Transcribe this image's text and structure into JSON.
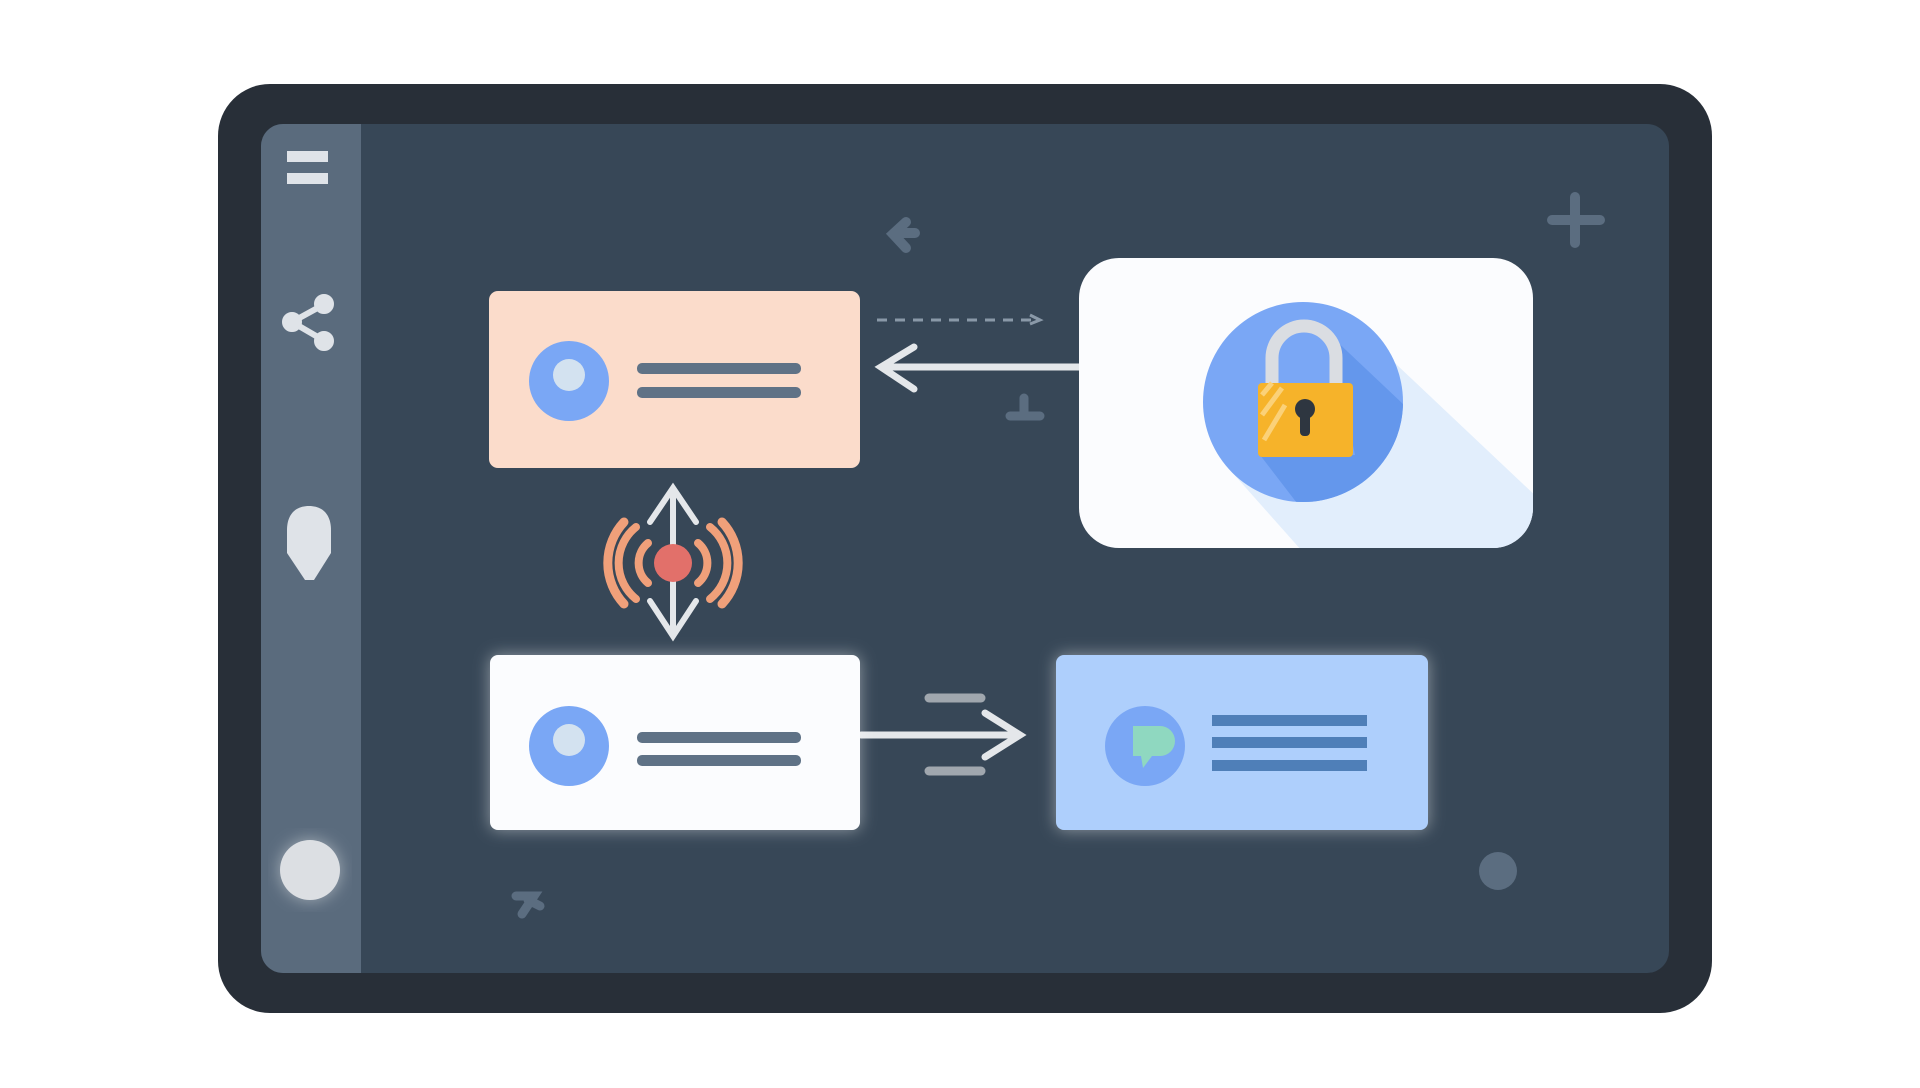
{
  "colors": {
    "frame": "#282f38",
    "screen": "#374757",
    "sidebar": "#5a6b7d",
    "peach_card": "#fbdccb",
    "white_card": "#fbfcfe",
    "blue_card": "#aecffc",
    "accent_blue": "#7aa7f5",
    "lock_gold": "#f6b32a",
    "signal_orange": "#f0a07a",
    "signal_dot": "#e2706a",
    "chat_green": "#8fd8c0",
    "line_gray": "#5f7286",
    "line_blue": "#4f7fb8"
  },
  "sidebar": {
    "icons": [
      "menu-icon",
      "share-icon",
      "pin-icon",
      "avatar"
    ]
  },
  "diagram": {
    "nodes": [
      "peach-card",
      "lock-card",
      "white-card",
      "blue-chat-card"
    ],
    "icons": [
      "lock-icon",
      "signal-icon",
      "chat-bubble-icon",
      "plus-icon"
    ]
  }
}
